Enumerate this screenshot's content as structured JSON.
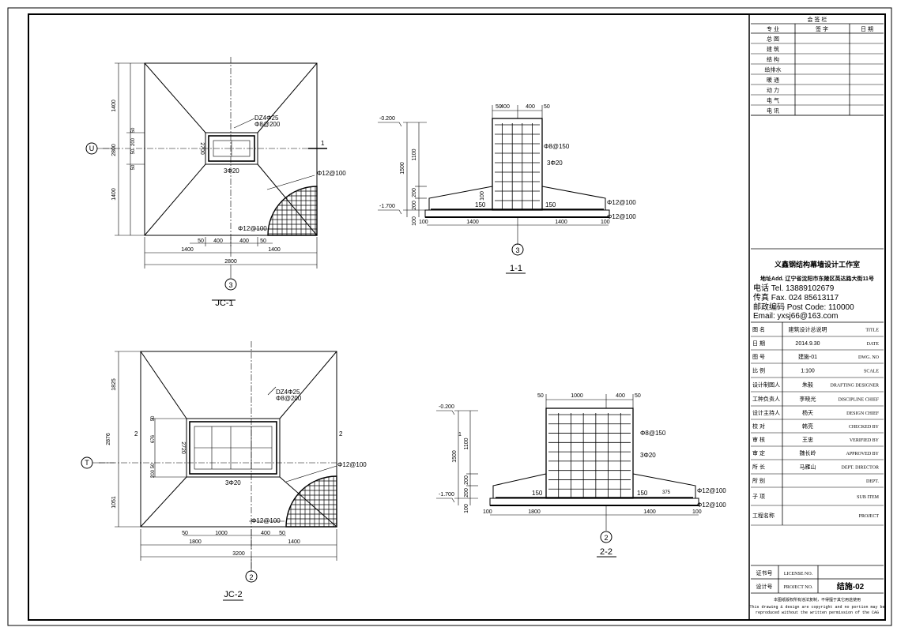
{
  "countersign": {
    "title": "会 签 栏",
    "headers": [
      "专 业",
      "签 字",
      "日 期"
    ],
    "rows": [
      "总 图",
      "建 筑",
      "结 构",
      "给排水",
      "暖 通",
      "动 力",
      "电 气",
      "电 讯"
    ]
  },
  "company": {
    "name": "义鑫钢结构幕墙设计工作室",
    "address": "地址Add. 辽宁省沈阳市东陵区英达路大街11号",
    "tel": "电话 Tel.  13889102679",
    "fax": "传真 Fax. 024 85613117",
    "post": "邮政编码 Post Code: 110000",
    "email": "Email:  yxsj66@163.com"
  },
  "titleblock": [
    {
      "cn": "图  名",
      "val": "建筑设计总说明",
      "en": "TITLE"
    },
    {
      "cn": "日  期",
      "val": "2014.9.30",
      "en": "DATE"
    },
    {
      "cn": "图  号",
      "val": "建施-01",
      "en": "DWG. NO"
    },
    {
      "cn": "比  例",
      "val": "1:100",
      "en": "SCALE"
    },
    {
      "cn": "设计制图人",
      "val": "朱毅",
      "en": "DRAFTING DESIGNER"
    },
    {
      "cn": "工种负责人",
      "val": "李晓光",
      "en": "DISCIPLINE CHIEF"
    },
    {
      "cn": "设计主持人",
      "val": "杨天",
      "en": "DESIGN CHIEF"
    },
    {
      "cn": "校  对",
      "val": "韩亮",
      "en": "CHECKED BY"
    },
    {
      "cn": "审  核",
      "val": "王忠",
      "en": "VERIFIED BY"
    },
    {
      "cn": "审  定",
      "val": "魏长岭",
      "en": "APPROVED BY"
    },
    {
      "cn": "所  长",
      "val": "马雁山",
      "en": "DEPT. DIRECTOR"
    },
    {
      "cn": "所  别",
      "val": "",
      "en": "DEPT."
    },
    {
      "cn": "子  项",
      "val": "",
      "en": "SUB ITEM"
    },
    {
      "cn": "工程名称",
      "val": "",
      "en": "PROJECT"
    }
  ],
  "bottom": {
    "license_cn": "证书号",
    "license_en": "LICENSE NO.",
    "project_cn": "设计号",
    "project_en": "PROJECT NO.",
    "sheet_no": "结施-02",
    "copyright_cn": "本图纸版权所有违法复制，不得擅于其它用途使用",
    "copyright_en1": "This drawing & design are copyright and no portion may be",
    "copyright_en2": "reproduced without the written permission of the CAG"
  },
  "drawings": {
    "jc1": {
      "title": "JC-1",
      "axis_left": "U",
      "axis_bottom": "3",
      "section_mark": "1",
      "note_dz": "DZ4Φ25",
      "note_stirrup": "Φ8@200",
      "note_col": "3Φ20",
      "note_mesh_r": "Φ12@100",
      "note_mesh_b": "Φ12@100",
      "col_label": "2700",
      "dims_left": [
        "1400",
        "2800",
        "1400"
      ],
      "dims_left_small": [
        "50",
        "200",
        "50",
        "50",
        "200",
        "50"
      ],
      "dims_top_row": [
        "50",
        "400",
        "400",
        "50"
      ],
      "dims_bottom": [
        "1400",
        "1400"
      ],
      "dims_total": "2800"
    },
    "jc2": {
      "title": "JC-2",
      "axis_left": "T",
      "axis_bottom": "2",
      "section_mark": "2",
      "note_dz": "DZ4Φ25",
      "note_stirrup": "Φ8@200",
      "note_col": "3Φ20",
      "note_mesh_r": "Φ12@100",
      "note_mesh_b": "Φ12@100",
      "col_label": "2720",
      "dims_left": [
        "1825",
        "2876",
        "1051"
      ],
      "dims_left_small": [
        "50",
        "676",
        "50",
        "200"
      ],
      "dims_top_row": [
        "50",
        "1000",
        "400",
        "50"
      ],
      "dims_bottom": [
        "1800",
        "1400"
      ],
      "dims_total": "3200"
    },
    "s11": {
      "title": "1-1",
      "axis": "3",
      "elev_top": "-0.200",
      "elev_bot": "-1.700",
      "dims_top": [
        "50",
        "400",
        "400",
        "50"
      ],
      "dims_v": [
        "1100",
        "1500",
        "200",
        "200",
        "100"
      ],
      "dims_bottom": [
        "100",
        "1400",
        "1400",
        "100"
      ],
      "ledge_l": "150",
      "ledge_r": "150",
      "note_stirrup": "Φ8@150",
      "note_col": "3Φ20",
      "note_v": "100",
      "note_mesh1": "Φ12@100",
      "note_mesh2": "Φ12@100"
    },
    "s22": {
      "title": "2-2",
      "axis": "2",
      "elev_top": "-0.200",
      "elev_bot": "-1.700",
      "dims_top": [
        "50",
        "1000",
        "400",
        "50"
      ],
      "dims_v": [
        "1100",
        "1500",
        "200",
        "200",
        "100"
      ],
      "dims_bottom": [
        "100",
        "1800",
        "1400",
        "100"
      ],
      "ledge_l": "150",
      "ledge_r": "150",
      "ledge_r2": "375",
      "note_stirrup": "Φ8@150",
      "note_col": "3Φ20",
      "note_mesh1": "Φ12@100",
      "note_mesh2": "Φ12@100",
      "left_mark": "1"
    }
  }
}
